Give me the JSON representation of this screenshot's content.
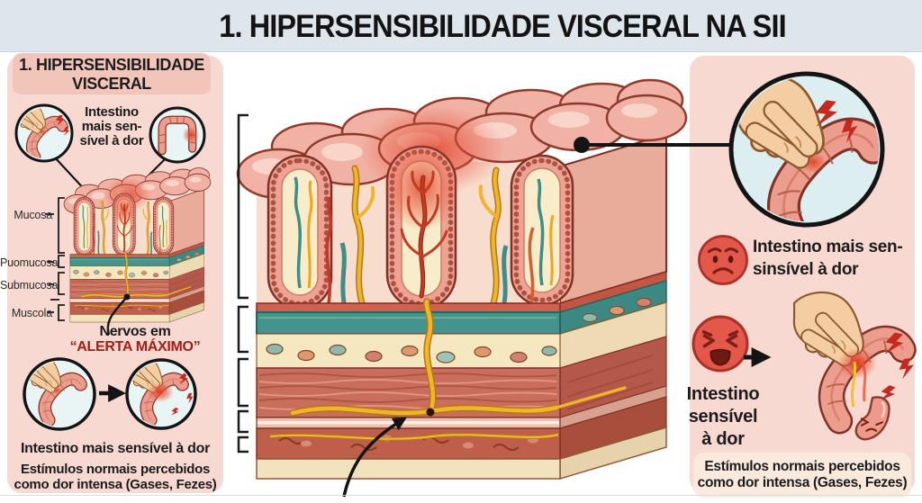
{
  "title": "1. HIPERSENSIBILIDADE VISCERAL NA SII",
  "left": {
    "heading1": "1. HIPERSENSIBILIDADE",
    "heading2": "VISCERAL",
    "cap1": [
      "Intestino",
      "mais sen-",
      "sível à dor"
    ],
    "layers": [
      "Mucosa",
      "Puomucosa",
      "Submucosa",
      "Muscola"
    ],
    "nerves1": "Nervos em",
    "nerves2": "“ALERTA MÁXIMO”",
    "cap2": "Intestino mais sensível à dor",
    "stim1": "Estímulos normais percebidos",
    "stim2": "como dor intensa (Gases, Fezes)"
  },
  "right": {
    "cap1a": "Intestino mais sen-",
    "cap1b": "sinsível à dor",
    "cap2a": "Intestino",
    "cap2b": "sensível",
    "cap2c": "à dor",
    "stim1": "Estímulos normais percebidos",
    "stim2": "como dor intensa (Gases, Fezes)"
  },
  "colors": {
    "title_bar": "#dfe6eb",
    "panel_pink": "#f7d9d2",
    "header_box": "#f2c5bb",
    "alert_red": "#a02018",
    "face_red": "#e4574b",
    "nerve_yellow": "#f2b42d",
    "tissue_pink": "#efa294",
    "muscle_red": "#c96e5d",
    "teal_vessel": "#44938d"
  }
}
